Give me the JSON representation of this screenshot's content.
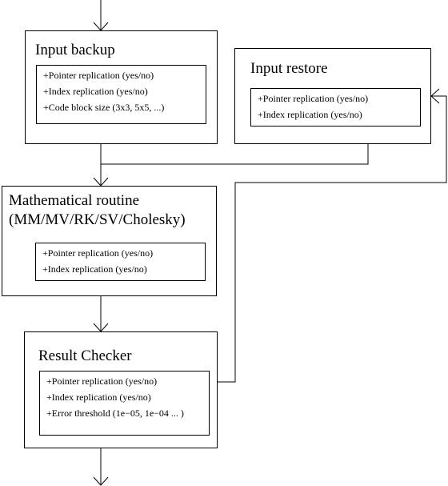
{
  "boxes": {
    "input_backup": {
      "title": "Input backup",
      "options": [
        "+Pointer replication (yes/no)",
        "+Index replication (yes/no)",
        "+Code block size (3x3, 5x5, ...)"
      ]
    },
    "input_restore": {
      "title": "Input restore",
      "options": [
        "+Pointer replication (yes/no)",
        "+Index replication (yes/no)"
      ]
    },
    "math_routine": {
      "title_line1": "Mathematical routine",
      "title_line2": "(MM/MV/RK/SV/Cholesky)",
      "options": [
        "+Pointer replication (yes/no)",
        "+Index replication (yes/no)"
      ]
    },
    "result_checker": {
      "title": "Result Checker",
      "options": [
        "+Pointer replication (yes/no)",
        "+Index replication (yes/no)",
        "+Error threshold (1e−05, 1e−04 ... )"
      ]
    }
  }
}
